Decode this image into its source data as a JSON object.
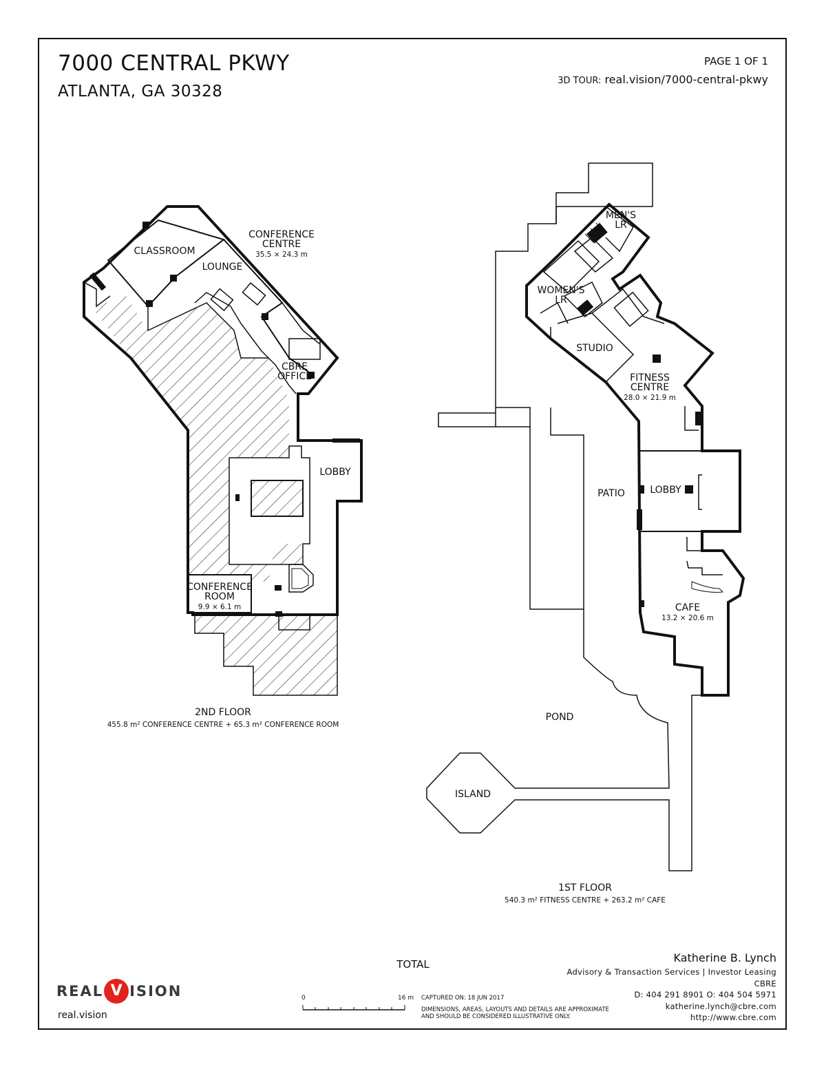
{
  "header": {
    "title": "7000 CENTRAL PKWY",
    "subtitle": "ATLANTA, GA 30328",
    "page": "PAGE 1 OF 1",
    "tour_label": "3D TOUR:",
    "tour_url": "real.vision/7000-central-pkwy"
  },
  "floor2": {
    "rooms": {
      "classroom": "CLASSROOM",
      "lounge": "LOUNGE",
      "conference_centre_1": "CONFERENCE",
      "conference_centre_2": "CENTRE",
      "conference_centre_dim": "35.5 × 24.3 m",
      "cbre_1": "CBRE",
      "cbre_2": "OFFICE",
      "lobby": "LOBBY",
      "conf_room_1": "CONFERENCE",
      "conf_room_2": "ROOM",
      "conf_room_dim": "9.9 × 6.1 m"
    },
    "caption": "2ND FLOOR",
    "caption_sub": "455.8 m² CONFERENCE CENTRE + 65.3 m² CONFERENCE ROOM"
  },
  "floor1": {
    "rooms": {
      "mens_1": "MEN'S",
      "mens_2": "LR",
      "womens_1": "WOMEN'S",
      "womens_2": "LR",
      "studio": "STUDIO",
      "fitness_1": "FITNESS",
      "fitness_2": "CENTRE",
      "fitness_dim": "28.0 × 21.9 m",
      "patio": "PATIO",
      "lobby": "LOBBY",
      "cafe": "CAFE",
      "cafe_dim": "13.2 × 20.6 m",
      "pond": "POND",
      "island": "ISLAND"
    },
    "caption": "1ST FLOOR",
    "caption_sub": "540.3 m² FITNESS CENTRE + 263.2 m² CAFE"
  },
  "footer": {
    "total": "TOTAL",
    "logo_left": "REAL",
    "logo_mid": "V",
    "logo_right": "ISION",
    "logo_url": "real.vision",
    "scale_start": "0",
    "scale_end": "16 m",
    "captured": "CAPTURED ON: 18 JUN 2017",
    "disclaimer": "DIMENSIONS, AREAS, LAYOUTS AND DETAILS ARE APPROXIMATE AND SHOULD BE CONSIDERED ILLUSTRATIVE ONLY."
  },
  "contact": {
    "name": "Katherine B. Lynch",
    "role": "Advisory & Transaction Services | Investor Leasing",
    "company": "CBRE",
    "phones": "D: 404 291 8901 O: 404 504 5971",
    "email": "katherine.lynch@cbre.com",
    "website": "http://www.cbre.com"
  },
  "colors": {
    "line": "#111111",
    "logo_red": "#e2231a"
  }
}
